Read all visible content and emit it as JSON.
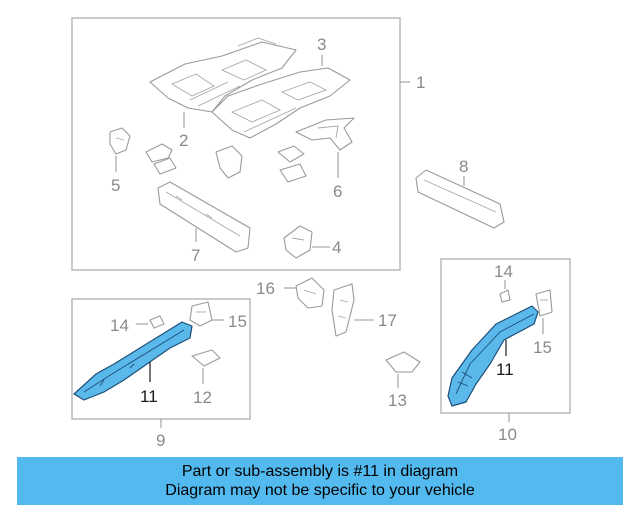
{
  "diagram": {
    "callouts": {
      "c1": "1",
      "c2": "2",
      "c3": "3",
      "c4": "4",
      "c5": "5",
      "c6": "6",
      "c7": "7",
      "c8": "8",
      "c9": "9",
      "c10": "10",
      "c11_left": "11",
      "c11_right": "11",
      "c12": "12",
      "c13": "13",
      "c14_left": "14",
      "c14_right": "14",
      "c15_left": "15",
      "c15_right": "15",
      "c16": "16",
      "c17": "17"
    },
    "highlight_color": "#5bb8ea"
  },
  "banner": {
    "line1": "Part or sub-assembly is #11 in diagram",
    "line2": "Diagram may not be specific to your vehicle",
    "color": "#53baf0"
  }
}
